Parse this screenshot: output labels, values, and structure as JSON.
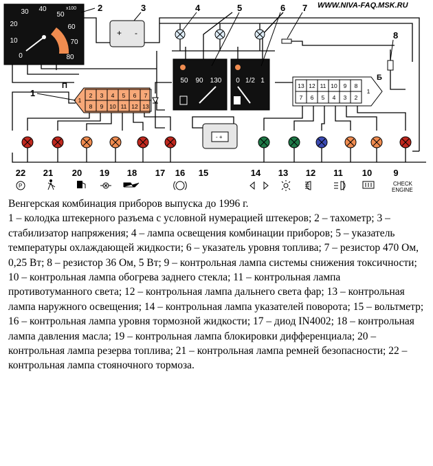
{
  "site": "WWW.NIVA-FAQ.MSK.RU",
  "tach": {
    "ticks": [
      "0",
      "10",
      "20",
      "30",
      "40",
      "50",
      "60",
      "70",
      "80"
    ],
    "mult": "x100"
  },
  "temp_gauge": {
    "ticks": [
      "50",
      "90",
      "130"
    ]
  },
  "fuel_gauge": {
    "ticks": [
      "0",
      "1/2",
      "1"
    ]
  },
  "stab": {
    "plus": "+",
    "minus": "-"
  },
  "connector_p": {
    "label": "П",
    "top": [
      "2",
      "3",
      "4",
      "5",
      "6",
      "7"
    ],
    "bottom": [
      "8",
      "9",
      "10",
      "11",
      "12",
      "13"
    ],
    "left": "1"
  },
  "connector_b": {
    "label": "Б",
    "top": [
      "13",
      "12",
      "11",
      "10",
      "9",
      "8"
    ],
    "bottom": [
      "7",
      "6",
      "5",
      "4",
      "3",
      "2"
    ],
    "right": "1"
  },
  "callouts": [
    "1",
    "2",
    "3",
    "4",
    "5",
    "6",
    "7",
    "8"
  ],
  "lamp_numbers": [
    "22",
    "21",
    "20",
    "19",
    "18",
    "17",
    "16",
    "15",
    "14",
    "13",
    "12",
    "11",
    "10",
    "9"
  ],
  "check_engine": [
    "CHECK",
    "ENGINE"
  ],
  "colors": {
    "red": "#c0281e",
    "orange": "#f08c50",
    "green": "#1e7846",
    "blue": "#3c4bb4",
    "connector": "#f7a878",
    "dial": "#000000"
  },
  "icons": [
    "parking-brake-icon",
    "seatbelt-icon",
    "fuel-icon",
    "diff-lock-icon",
    "oil-can-icon",
    "brake-fluid-icon",
    "battery-icon",
    "turn-signal-icon",
    "exterior-light-icon",
    "high-beam-icon",
    "fog-light-icon",
    "rear-defrost-icon"
  ],
  "caption": {
    "title": "Венгерская комбинация приборов выпуска до 1996 г.",
    "body": "1 – колодка штекерного разъема с условной нумерацией штекеров; 2 – тахометр; 3 – стабилизатор напряжения; 4 – лампа освещения комбинации приборов; 5 – указатель температуры охлаждающей жидкости; 6 – указатель уровня топлива; 7 – резистор 470 Ом, 0,25 Вт; 8 – резистор 36 Ом, 5 Вт; 9 – контрольная лампа системы снижения токсичности; 10 – контрольная лампа обогрева заднего стекла; 11 – контрольная лампа противотуманного света; 12 – контрольная лампа дальнего света фар; 13 – контрольная лампа наружного освещения; 14 – контрольная лампа указателей поворота; 15 – вольтметр; 16 – контрольная лампа уровня тормозной жидкости; 17 – диод IN4002; 18 – контрольная лампа давления масла; 19 – контрольная лампа блокировки дифференциала; 20 – контрольная лампа резерва топлива; 21 – контрольная лампа ремней безопасности; 22 – контрольная лампа стояночного тормоза."
  }
}
